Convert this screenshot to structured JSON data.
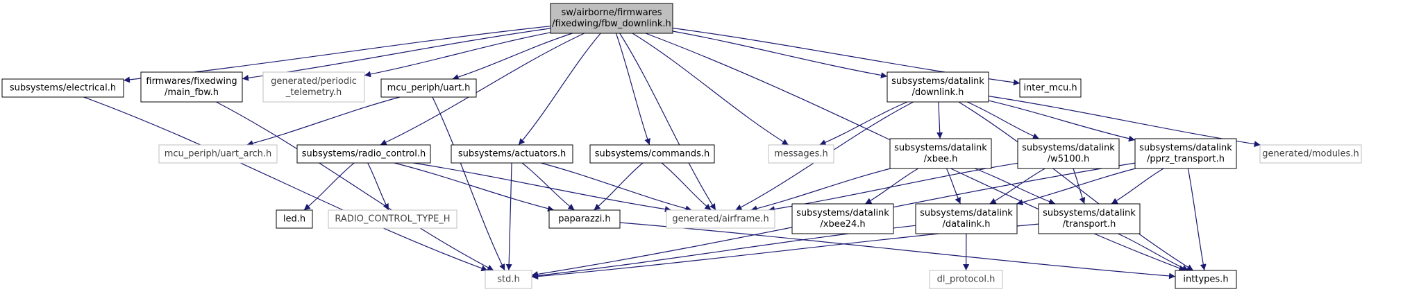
{
  "diagram": {
    "colors": {
      "edge": "#191970",
      "node_border": "#000000",
      "node_fill": "#ffffff",
      "focus_fill": "#bfbfbf",
      "missing_border": "#bfbfbf",
      "text": "#000000",
      "missing_text": "#404040"
    },
    "nodes": [
      {
        "id": "fbw_downlink",
        "lines": [
          "sw/airborne/firmwares",
          "/fixedwing/fbw_downlink.h"
        ],
        "style": "focus"
      },
      {
        "id": "electrical",
        "lines": [
          "subsystems/electrical.h"
        ],
        "style": "normal"
      },
      {
        "id": "main_fbw",
        "lines": [
          "firmwares/fixedwing",
          "/main_fbw.h"
        ],
        "style": "normal"
      },
      {
        "id": "periodic_telemetry",
        "lines": [
          "generated/periodic",
          "_telemetry.h"
        ],
        "style": "missing"
      },
      {
        "id": "uart",
        "lines": [
          "mcu_periph/uart.h"
        ],
        "style": "normal"
      },
      {
        "id": "dl_downlink",
        "lines": [
          "subsystems/datalink",
          "/downlink.h"
        ],
        "style": "normal"
      },
      {
        "id": "inter_mcu",
        "lines": [
          "inter_mcu.h"
        ],
        "style": "normal"
      },
      {
        "id": "uart_arch",
        "lines": [
          "mcu_periph/uart_arch.h"
        ],
        "style": "missing"
      },
      {
        "id": "radio_control",
        "lines": [
          "subsystems/radio_control.h"
        ],
        "style": "normal"
      },
      {
        "id": "actuators",
        "lines": [
          "subsystems/actuators.h"
        ],
        "style": "normal"
      },
      {
        "id": "commands",
        "lines": [
          "subsystems/commands.h"
        ],
        "style": "normal"
      },
      {
        "id": "messages",
        "lines": [
          "messages.h"
        ],
        "style": "missing"
      },
      {
        "id": "xbee",
        "lines": [
          "subsystems/datalink",
          "/xbee.h"
        ],
        "style": "normal"
      },
      {
        "id": "w5100",
        "lines": [
          "subsystems/datalink",
          "/w5100.h"
        ],
        "style": "normal"
      },
      {
        "id": "pprz_transport",
        "lines": [
          "subsystems/datalink",
          "/pprz_transport.h"
        ],
        "style": "normal"
      },
      {
        "id": "gen_modules",
        "lines": [
          "generated/modules.h"
        ],
        "style": "missing"
      },
      {
        "id": "led",
        "lines": [
          "led.h"
        ],
        "style": "normal"
      },
      {
        "id": "radio_control_type",
        "lines": [
          "RADIO_CONTROL_TYPE_H"
        ],
        "style": "missing"
      },
      {
        "id": "paparazzi",
        "lines": [
          "paparazzi.h"
        ],
        "style": "normal"
      },
      {
        "id": "airframe",
        "lines": [
          "generated/airframe.h"
        ],
        "style": "missing"
      },
      {
        "id": "xbee24",
        "lines": [
          "subsystems/datalink",
          "/xbee24.h"
        ],
        "style": "normal"
      },
      {
        "id": "dl_datalink",
        "lines": [
          "subsystems/datalink",
          "/datalink.h"
        ],
        "style": "normal"
      },
      {
        "id": "dl_transport",
        "lines": [
          "subsystems/datalink",
          "/transport.h"
        ],
        "style": "normal"
      },
      {
        "id": "std",
        "lines": [
          "std.h"
        ],
        "style": "missing"
      },
      {
        "id": "dl_protocol",
        "lines": [
          "dl_protocol.h"
        ],
        "style": "missing"
      },
      {
        "id": "inttypes",
        "lines": [
          "inttypes.h"
        ],
        "style": "normal"
      }
    ],
    "edges": [
      [
        "fbw_downlink",
        "electrical"
      ],
      [
        "fbw_downlink",
        "main_fbw"
      ],
      [
        "fbw_downlink",
        "periodic_telemetry"
      ],
      [
        "fbw_downlink",
        "uart"
      ],
      [
        "fbw_downlink",
        "radio_control"
      ],
      [
        "fbw_downlink",
        "actuators"
      ],
      [
        "fbw_downlink",
        "commands"
      ],
      [
        "fbw_downlink",
        "airframe"
      ],
      [
        "fbw_downlink",
        "messages"
      ],
      [
        "fbw_downlink",
        "dl_downlink"
      ],
      [
        "fbw_downlink",
        "inter_mcu"
      ],
      [
        "fbw_downlink",
        "inttypes"
      ],
      [
        "electrical",
        "std"
      ],
      [
        "main_fbw",
        "std"
      ],
      [
        "uart",
        "uart_arch"
      ],
      [
        "uart",
        "std"
      ],
      [
        "radio_control",
        "led"
      ],
      [
        "radio_control",
        "radio_control_type"
      ],
      [
        "radio_control",
        "paparazzi"
      ],
      [
        "radio_control",
        "airframe"
      ],
      [
        "actuators",
        "paparazzi"
      ],
      [
        "actuators",
        "airframe"
      ],
      [
        "actuators",
        "std"
      ],
      [
        "commands",
        "paparazzi"
      ],
      [
        "commands",
        "airframe"
      ],
      [
        "paparazzi",
        "inttypes"
      ],
      [
        "dl_downlink",
        "messages"
      ],
      [
        "dl_downlink",
        "airframe"
      ],
      [
        "dl_downlink",
        "xbee"
      ],
      [
        "dl_downlink",
        "w5100"
      ],
      [
        "dl_downlink",
        "pprz_transport"
      ],
      [
        "dl_downlink",
        "gen_modules"
      ],
      [
        "dl_downlink",
        "inttypes"
      ],
      [
        "xbee",
        "xbee24"
      ],
      [
        "xbee",
        "dl_datalink"
      ],
      [
        "xbee",
        "dl_transport"
      ],
      [
        "xbee",
        "airframe"
      ],
      [
        "w5100",
        "airframe"
      ],
      [
        "w5100",
        "dl_datalink"
      ],
      [
        "w5100",
        "dl_transport"
      ],
      [
        "pprz_transport",
        "dl_datalink"
      ],
      [
        "pprz_transport",
        "dl_transport"
      ],
      [
        "pprz_transport",
        "std"
      ],
      [
        "pprz_transport",
        "inttypes"
      ],
      [
        "dl_datalink",
        "std"
      ],
      [
        "dl_datalink",
        "dl_protocol"
      ],
      [
        "dl_transport",
        "std"
      ],
      [
        "dl_transport",
        "inttypes"
      ]
    ]
  }
}
